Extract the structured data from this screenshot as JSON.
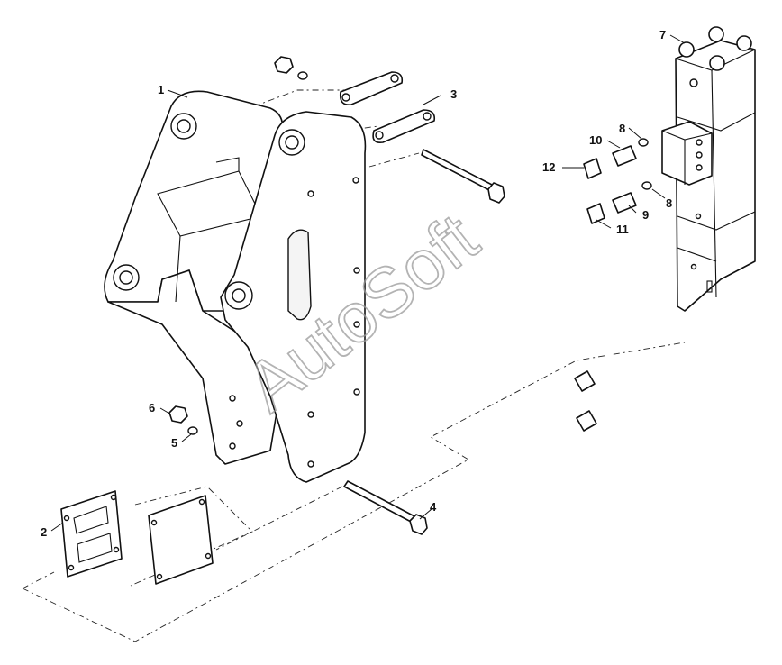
{
  "watermark": "AutoSoft",
  "callouts": {
    "c1": "1",
    "c2": "2",
    "c3": "3",
    "c4": "4",
    "c5": "5",
    "c6": "6",
    "c7": "7",
    "c8a": "8",
    "c8b": "8",
    "c9": "9",
    "c10": "10",
    "c11": "11",
    "c12": "12"
  },
  "colors": {
    "line": "#111111",
    "watermark": "#9a9a9a",
    "background": "#ffffff"
  }
}
